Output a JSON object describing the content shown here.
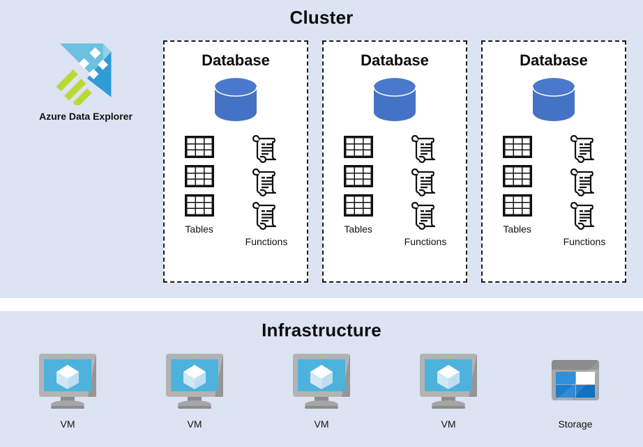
{
  "sections": {
    "cluster": {
      "title": "Cluster",
      "background": "#dce3f2"
    },
    "infrastructure": {
      "title": "Infrastructure",
      "background": "#dce3f2"
    }
  },
  "brand": {
    "label": "Azure Data  Explorer",
    "icon": "azure-data-explorer-logo",
    "colors": {
      "dark_blue": "#0f7dc8",
      "mid_blue": "#3aa0dc",
      "light_blue": "#6cc0e0",
      "pale_blue": "#93cfe6",
      "green": "#bbd934"
    }
  },
  "databases": [
    {
      "title": "Database",
      "cylinder_icon": "database-cylinder-icon",
      "cylinder_color": "#4472c4",
      "columns": [
        {
          "label": "Tables",
          "icon": "table-icon",
          "count": 3
        },
        {
          "label": "Functions",
          "icon": "scroll-icon",
          "count": 3
        }
      ]
    },
    {
      "title": "Database",
      "cylinder_icon": "database-cylinder-icon",
      "cylinder_color": "#4472c4",
      "columns": [
        {
          "label": "Tables",
          "icon": "table-icon",
          "count": 3
        },
        {
          "label": "Functions",
          "icon": "scroll-icon",
          "count": 3
        }
      ]
    },
    {
      "title": "Database",
      "cylinder_icon": "database-cylinder-icon",
      "cylinder_color": "#4472c4",
      "columns": [
        {
          "label": "Tables",
          "icon": "table-icon",
          "count": 3
        },
        {
          "label": "Functions",
          "icon": "scroll-icon",
          "count": 3
        }
      ]
    }
  ],
  "infrastructure_nodes": [
    {
      "label": "VM",
      "icon": "virtual-machine-icon"
    },
    {
      "label": "VM",
      "icon": "virtual-machine-icon"
    },
    {
      "label": "VM",
      "icon": "virtual-machine-icon"
    },
    {
      "label": "VM",
      "icon": "virtual-machine-icon"
    },
    {
      "label": "Storage",
      "icon": "storage-icon"
    }
  ],
  "palette": {
    "section_bg": "#dce3f2",
    "panel_bg": "#ffffff",
    "panel_border": "#1a1a1a",
    "text": "#111111",
    "vm_screen": "#4db3dc",
    "vm_bezel": "#9c9c9c",
    "vm_led": "#b5d334",
    "storage_blue": "#1b7ed0",
    "storage_blue_light": "#2f90db",
    "storage_frame": "#9c9c9c"
  }
}
